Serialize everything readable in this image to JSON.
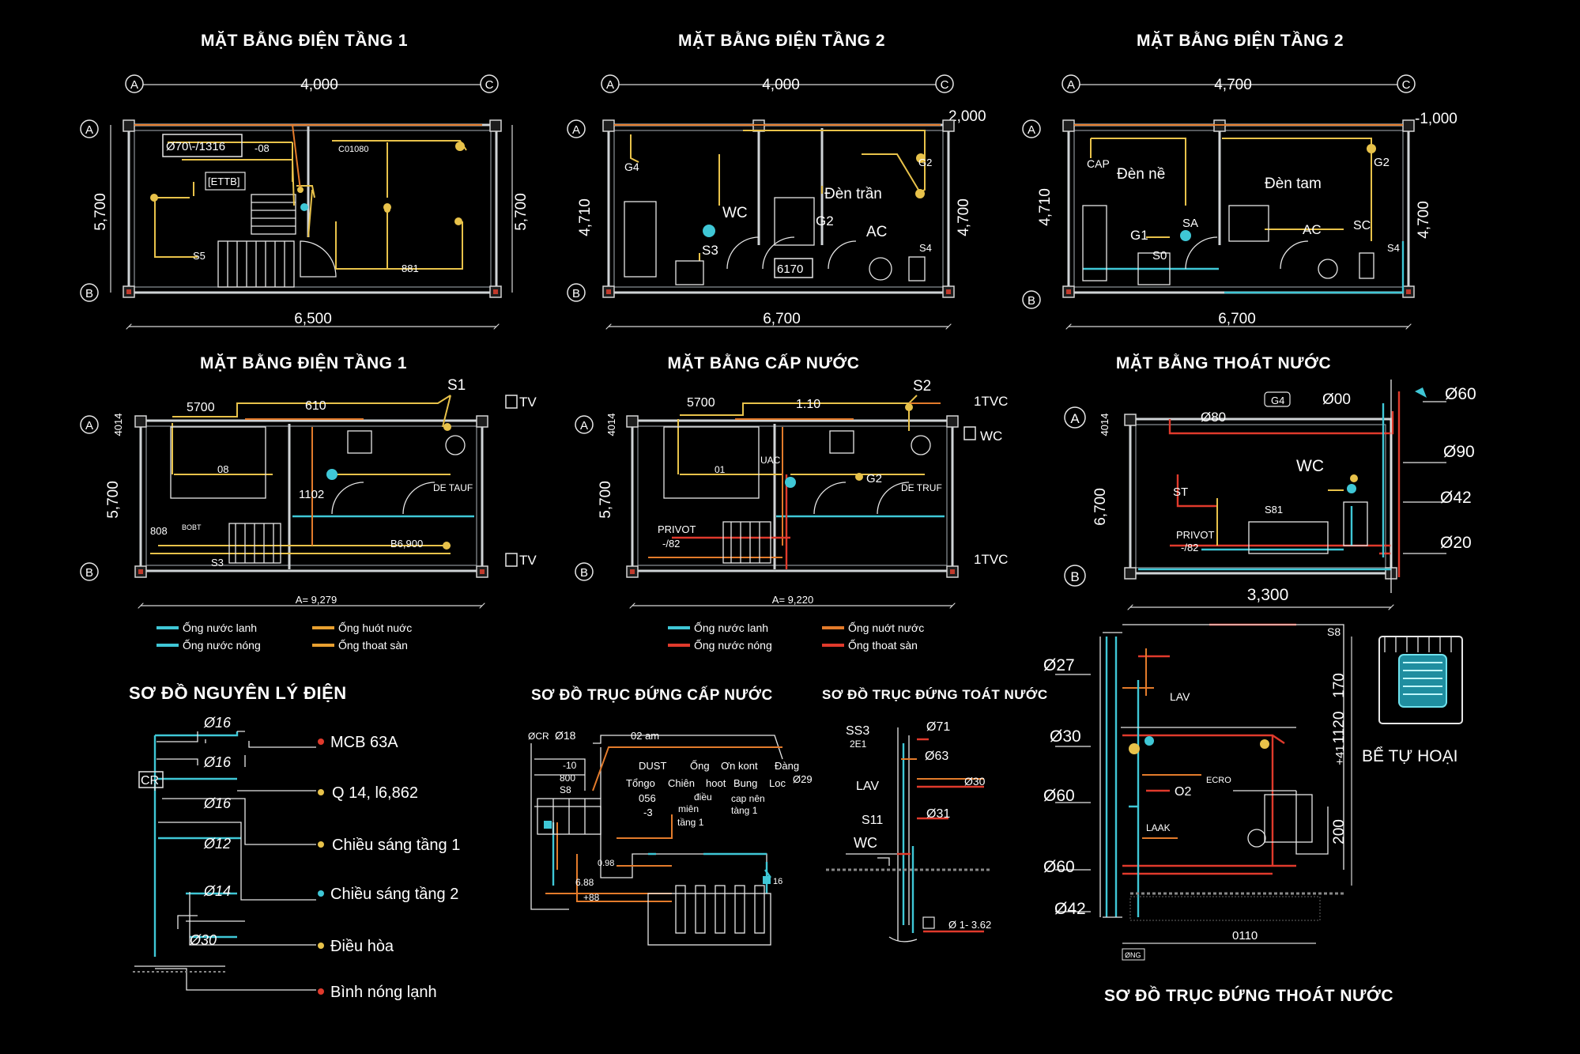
{
  "colors": {
    "background": "#000000",
    "text": "#ffffff",
    "cold_water": "#3fc7d6",
    "hot_water": "#3fc7d6",
    "drain_pipe": "#e8a030",
    "floor_drain": "#e03a2c",
    "wiring": "#e8c24a"
  },
  "panels": {
    "p1": {
      "title": "MẶT BẰNG ĐIỆN TẦNG 1",
      "axis_a": "A",
      "axis_c": "C",
      "axis_b": "B",
      "dim_top": "4,000",
      "dim_bottom": "6,500",
      "dim_left": "5,700",
      "dim_right": "5,700",
      "labels": [
        "Ø70\\-/1316",
        "-08",
        "C01080",
        "[ETTB]",
        "S5",
        "881"
      ]
    },
    "p2": {
      "title": "MẶT BẰNG ĐIỆN TẦNG 2",
      "axis_a": "A",
      "axis_c": "C",
      "axis_b": "B",
      "dim_top": "4,000",
      "dim_corner": "2,000",
      "dim_bottom": "6,700",
      "dim_left": "4,710",
      "dim_right": "4,700",
      "labels": [
        "G4",
        "WC",
        "S3",
        "6170",
        "G2",
        "Đèn trần",
        "AC",
        "S4",
        "G2"
      ]
    },
    "p3": {
      "title": "MẶT BẰNG ĐIỆN TẦNG 2",
      "axis_a": "A",
      "axis_c": "C",
      "axis_b": "B",
      "dim_top": "4,700",
      "dim_corner": "-1,000",
      "dim_bottom": "6,700",
      "dim_left": "4,710",
      "dim_right": "4,700",
      "labels": [
        "CAP",
        "Đèn nề",
        "Đèn tam",
        "G2",
        "SA",
        "G1",
        "S0",
        "AC",
        "SC",
        "S4"
      ]
    },
    "p4": {
      "title": "MẶT BẰNG ĐIỆN TẦNG 1",
      "axis_a": "A",
      "axis_b": "B",
      "dim_top_left": "5700",
      "dim_top_mid": "610",
      "dim_left_top": "4014",
      "dim_left": "5,700",
      "dim_bottom": "A= 9,279",
      "s1": "S1",
      "tv_top": "TV",
      "tv_bottom": "TV",
      "labels": [
        "08",
        "1102",
        "DE TAUF",
        "808",
        "S3",
        "B6,900",
        "BOBT"
      ]
    },
    "p5": {
      "title": "MẶT BẰNG CẤP NƯỚC",
      "axis_a": "A",
      "axis_b": "B",
      "dim_top_left": "5700",
      "dim_top_mid": "1.10",
      "dim_left_top": "4014",
      "dim_left": "5,700",
      "dim_bottom": "A= 9,220",
      "s2": "S2",
      "tvc_top": "1TVC",
      "wc": "WC",
      "tvc_bottom": "1TVC",
      "labels": [
        "UAC",
        "01",
        "G2",
        "DE TRUF",
        "PRIVOT",
        "-/82"
      ]
    },
    "p6": {
      "title": "MẶT BẰNG THOÁT NƯỚC",
      "axis_a": "A",
      "axis_b": "B",
      "dim_left_top": "4014",
      "dim_left": "6,700",
      "dim_bottom": "3,300",
      "labels": [
        "Ø80",
        "G4",
        "Ø00",
        "WC",
        "ST",
        "S81",
        "PRIVOT",
        "-/82"
      ],
      "pipes": [
        "Ø60",
        "Ø90",
        "Ø42",
        "Ø20"
      ]
    }
  },
  "legend1": {
    "cold": "Ống nước lanh",
    "hot": "Ống nước nóng",
    "drain": "Ống huót nuớc",
    "floor": "Ống thoat sàn"
  },
  "legend2": {
    "cold": "Ống nước lanh",
    "hot": "Ống nước nóng",
    "drain": "Ống nuớt nước",
    "floor": "Ống thoat sàn"
  },
  "schematic": {
    "title": "SƠ ĐỒ NGUYÊN LÝ ĐIỆN",
    "cr": "CR",
    "sizes": [
      "Ø16",
      "Ø16",
      "Ø16",
      "Ø12",
      "Ø14",
      "Ø30"
    ],
    "outputs": [
      "MCB 63A",
      "Q 14, l6,862",
      "Chiều  sáng tầng 1",
      "Chiều sáng tầng 2",
      "Điều hòa",
      "Bình nóng lạnh"
    ]
  },
  "supply_riser": {
    "title": "SƠ ĐỒ TRỤC ĐỨNG CẤP NƯỚC",
    "labels": [
      "ØCR",
      "Ø18",
      "-10",
      "800",
      "S8",
      "02 am",
      "DUST",
      "Tổngo",
      "056",
      "-3",
      "Ống",
      "Chiên",
      "hoot",
      "Ơn kont",
      "Bung",
      "Đàng",
      "Loc",
      "Ø29",
      "điều",
      "miên",
      "tầng 1",
      "cap nên",
      "tàng 1",
      "0.98",
      "6.88",
      "+88",
      "16"
    ]
  },
  "drain_riser_small": {
    "title": "SƠ ĐỒ TRỤC ĐỨNG TOÁT NƯỚC",
    "labels": [
      "SS3",
      "2E1",
      "Ø71",
      "Ø63",
      "Ø30",
      "LAV",
      "S11",
      "Ø31",
      "WC",
      "Ø 1- 3.62"
    ]
  },
  "drain_riser_big": {
    "title": "SƠ ĐỒ TRỤC ĐỨNG THOÁT NƯỚC",
    "pipes": [
      "Ø27",
      "Ø30",
      "Ø60",
      "Ø60",
      "Ø42"
    ],
    "labels": [
      "LAV",
      "S8",
      "O2",
      "ECRO",
      "LAAK",
      "0110",
      "ØNG"
    ],
    "dims": [
      "170",
      "1120",
      "+41",
      "200"
    ]
  },
  "septic": {
    "label": "BỂ TỰ HOẠI"
  }
}
